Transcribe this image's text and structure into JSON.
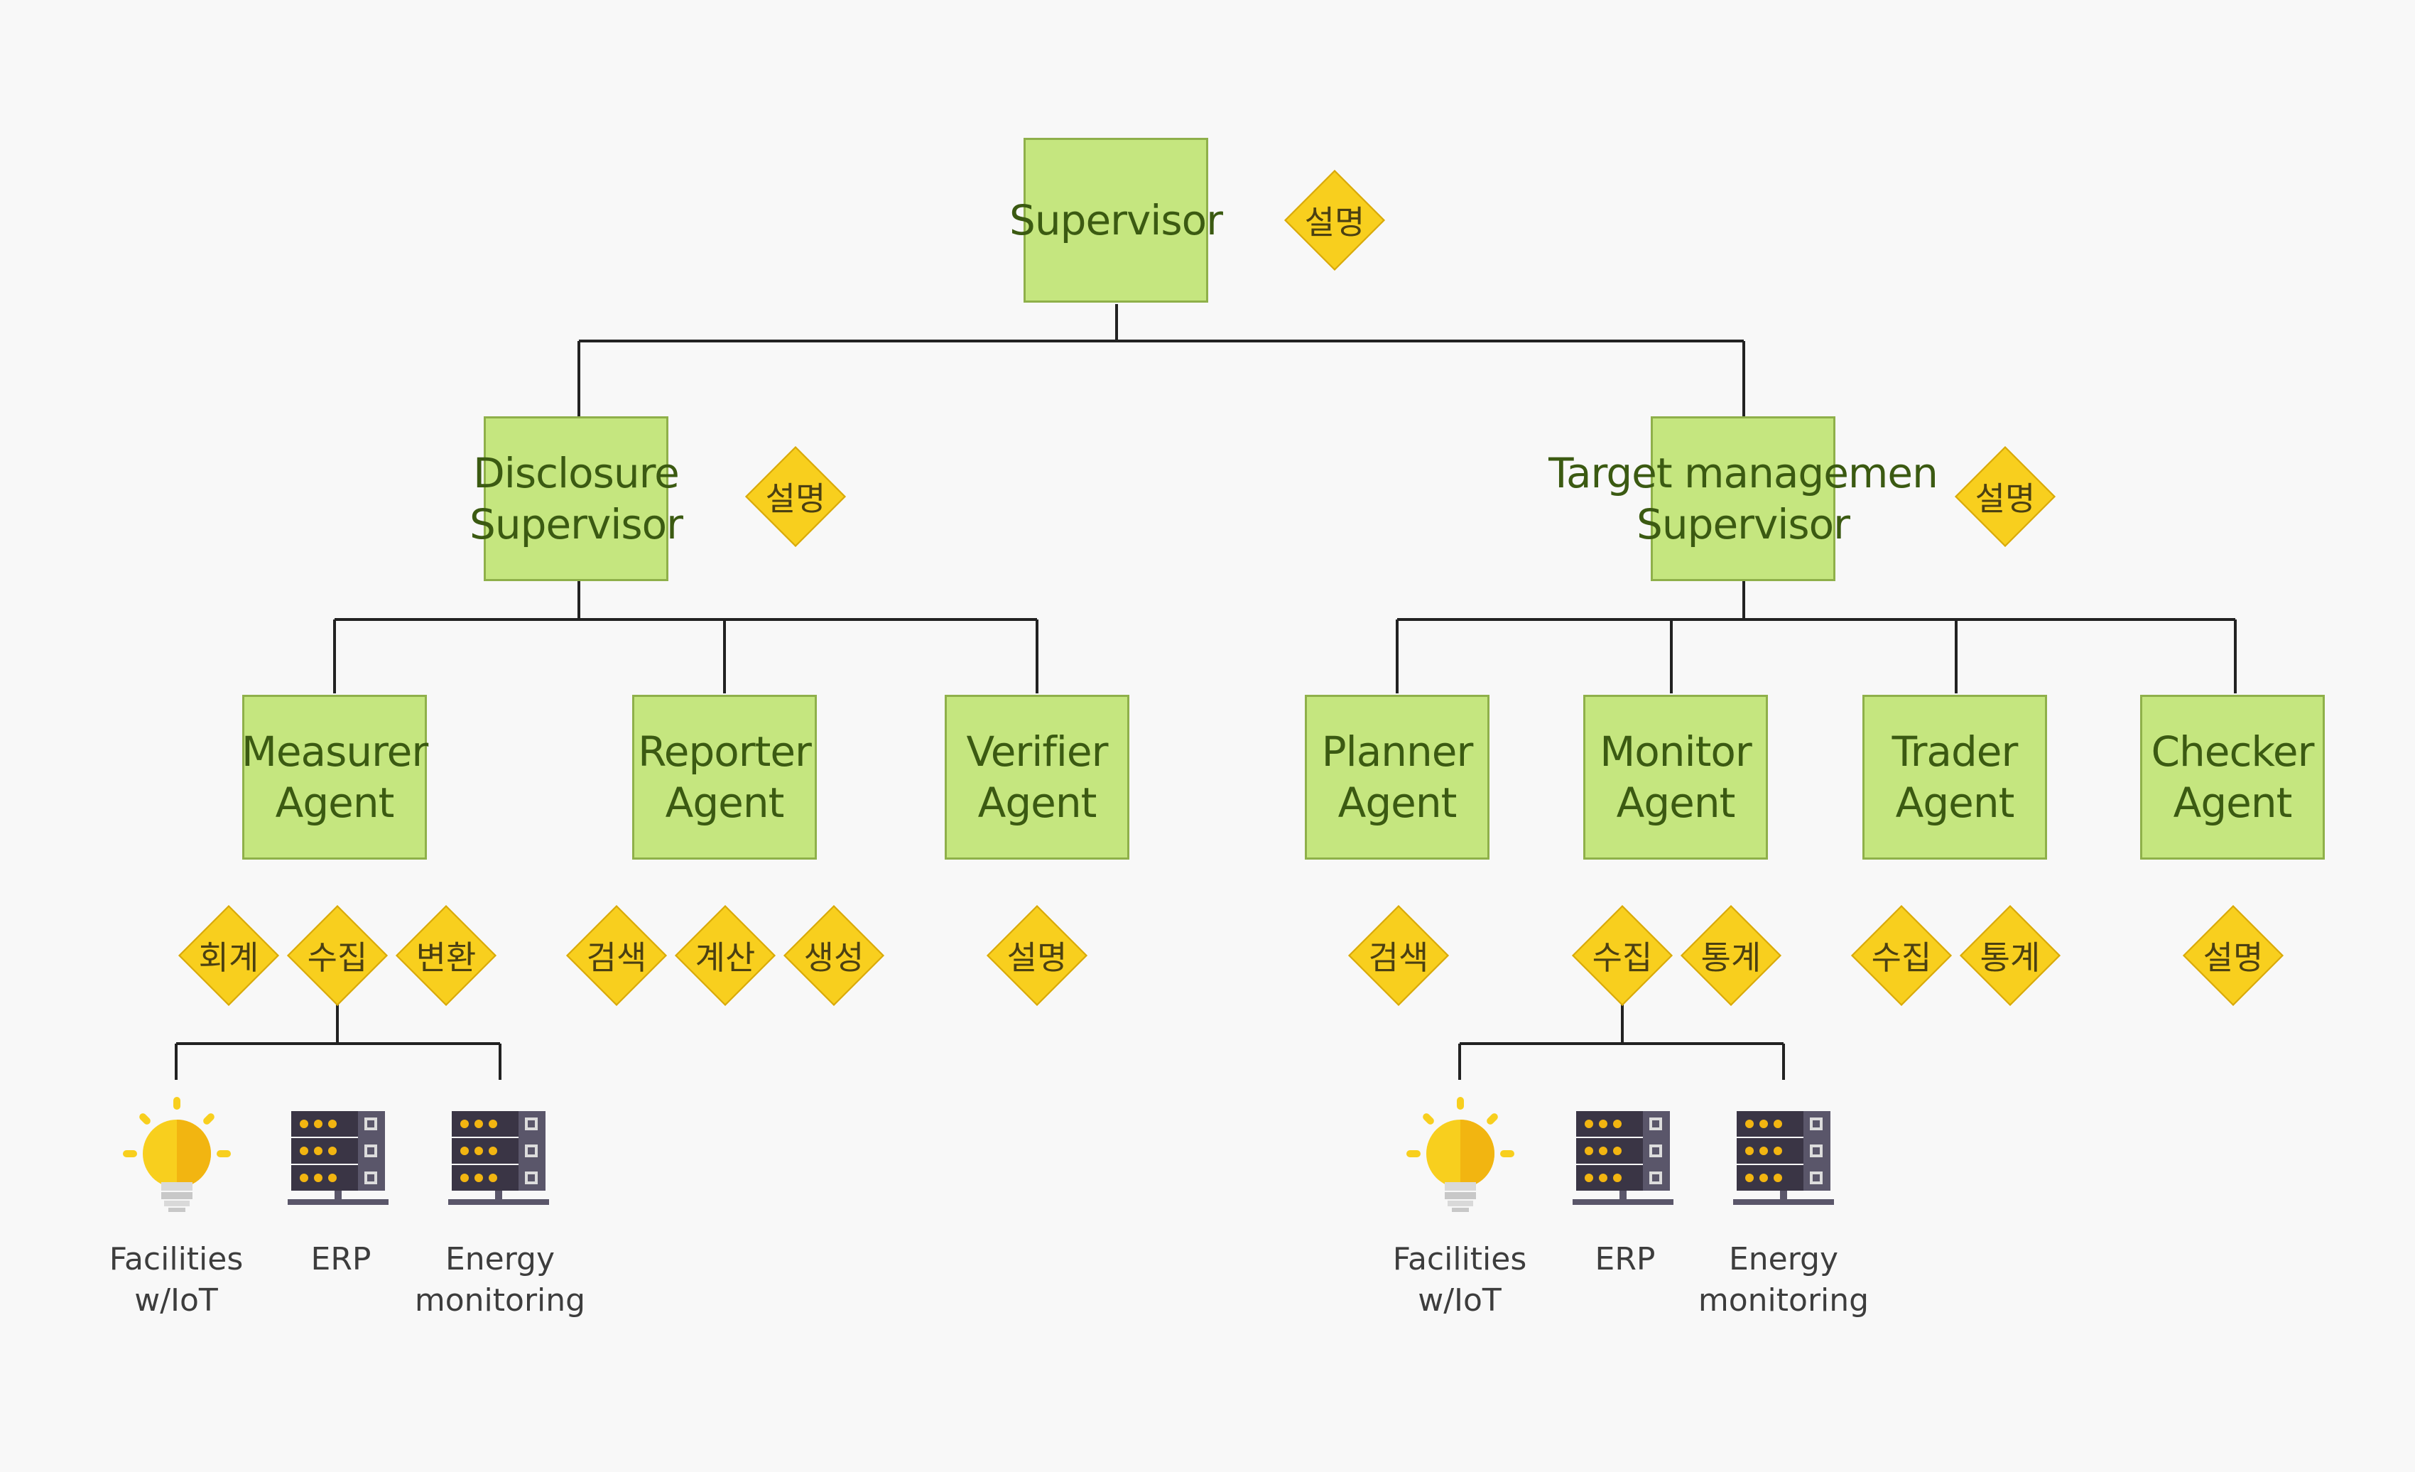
{
  "nodes": {
    "supervisor": "Supervisor",
    "disclosure_supervisor": "Disclosure\nSupervisor",
    "target_supervisor": "Target managemen\nSupervisor",
    "measurer": "Measurer\nAgent",
    "reporter": "Reporter\nAgent",
    "verifier": "Verifier\nAgent",
    "planner": "Planner\nAgent",
    "monitor": "Monitor\nAgent",
    "trader": "Trader\nAgent",
    "checker": "Checker\nAgent"
  },
  "tags": {
    "supervisor_desc": "설명",
    "disclosure_desc": "설명",
    "target_desc": "설명",
    "measurer_accounting": "회계",
    "measurer_collect": "수집",
    "measurer_convert": "변환",
    "reporter_search": "검색",
    "reporter_calc": "계산",
    "reporter_generate": "생성",
    "verifier_desc": "설명",
    "planner_search": "검색",
    "monitor_collect": "수집",
    "monitor_stats": "통계",
    "trader_collect": "수집",
    "trader_stats": "통계",
    "checker_desc": "설명"
  },
  "sources_left": {
    "facilities": "Facilities\nw/IoT",
    "erp": "ERP",
    "energy": "Energy\nmonitoring"
  },
  "sources_right": {
    "facilities": "Facilities\nw/IoT",
    "erp": "ERP",
    "energy": "Energy\nmonitoring"
  },
  "icons": {
    "bulb": "lightbulb-icon",
    "server": "server-icon"
  },
  "colors": {
    "node_fill": "#c5e67f",
    "node_border": "#8fb04a",
    "node_text": "#3b5a12",
    "tag_fill": "#f8cf1e",
    "tag_border": "#d8a90a",
    "line": "#222222",
    "background": "#f8f8f8"
  }
}
